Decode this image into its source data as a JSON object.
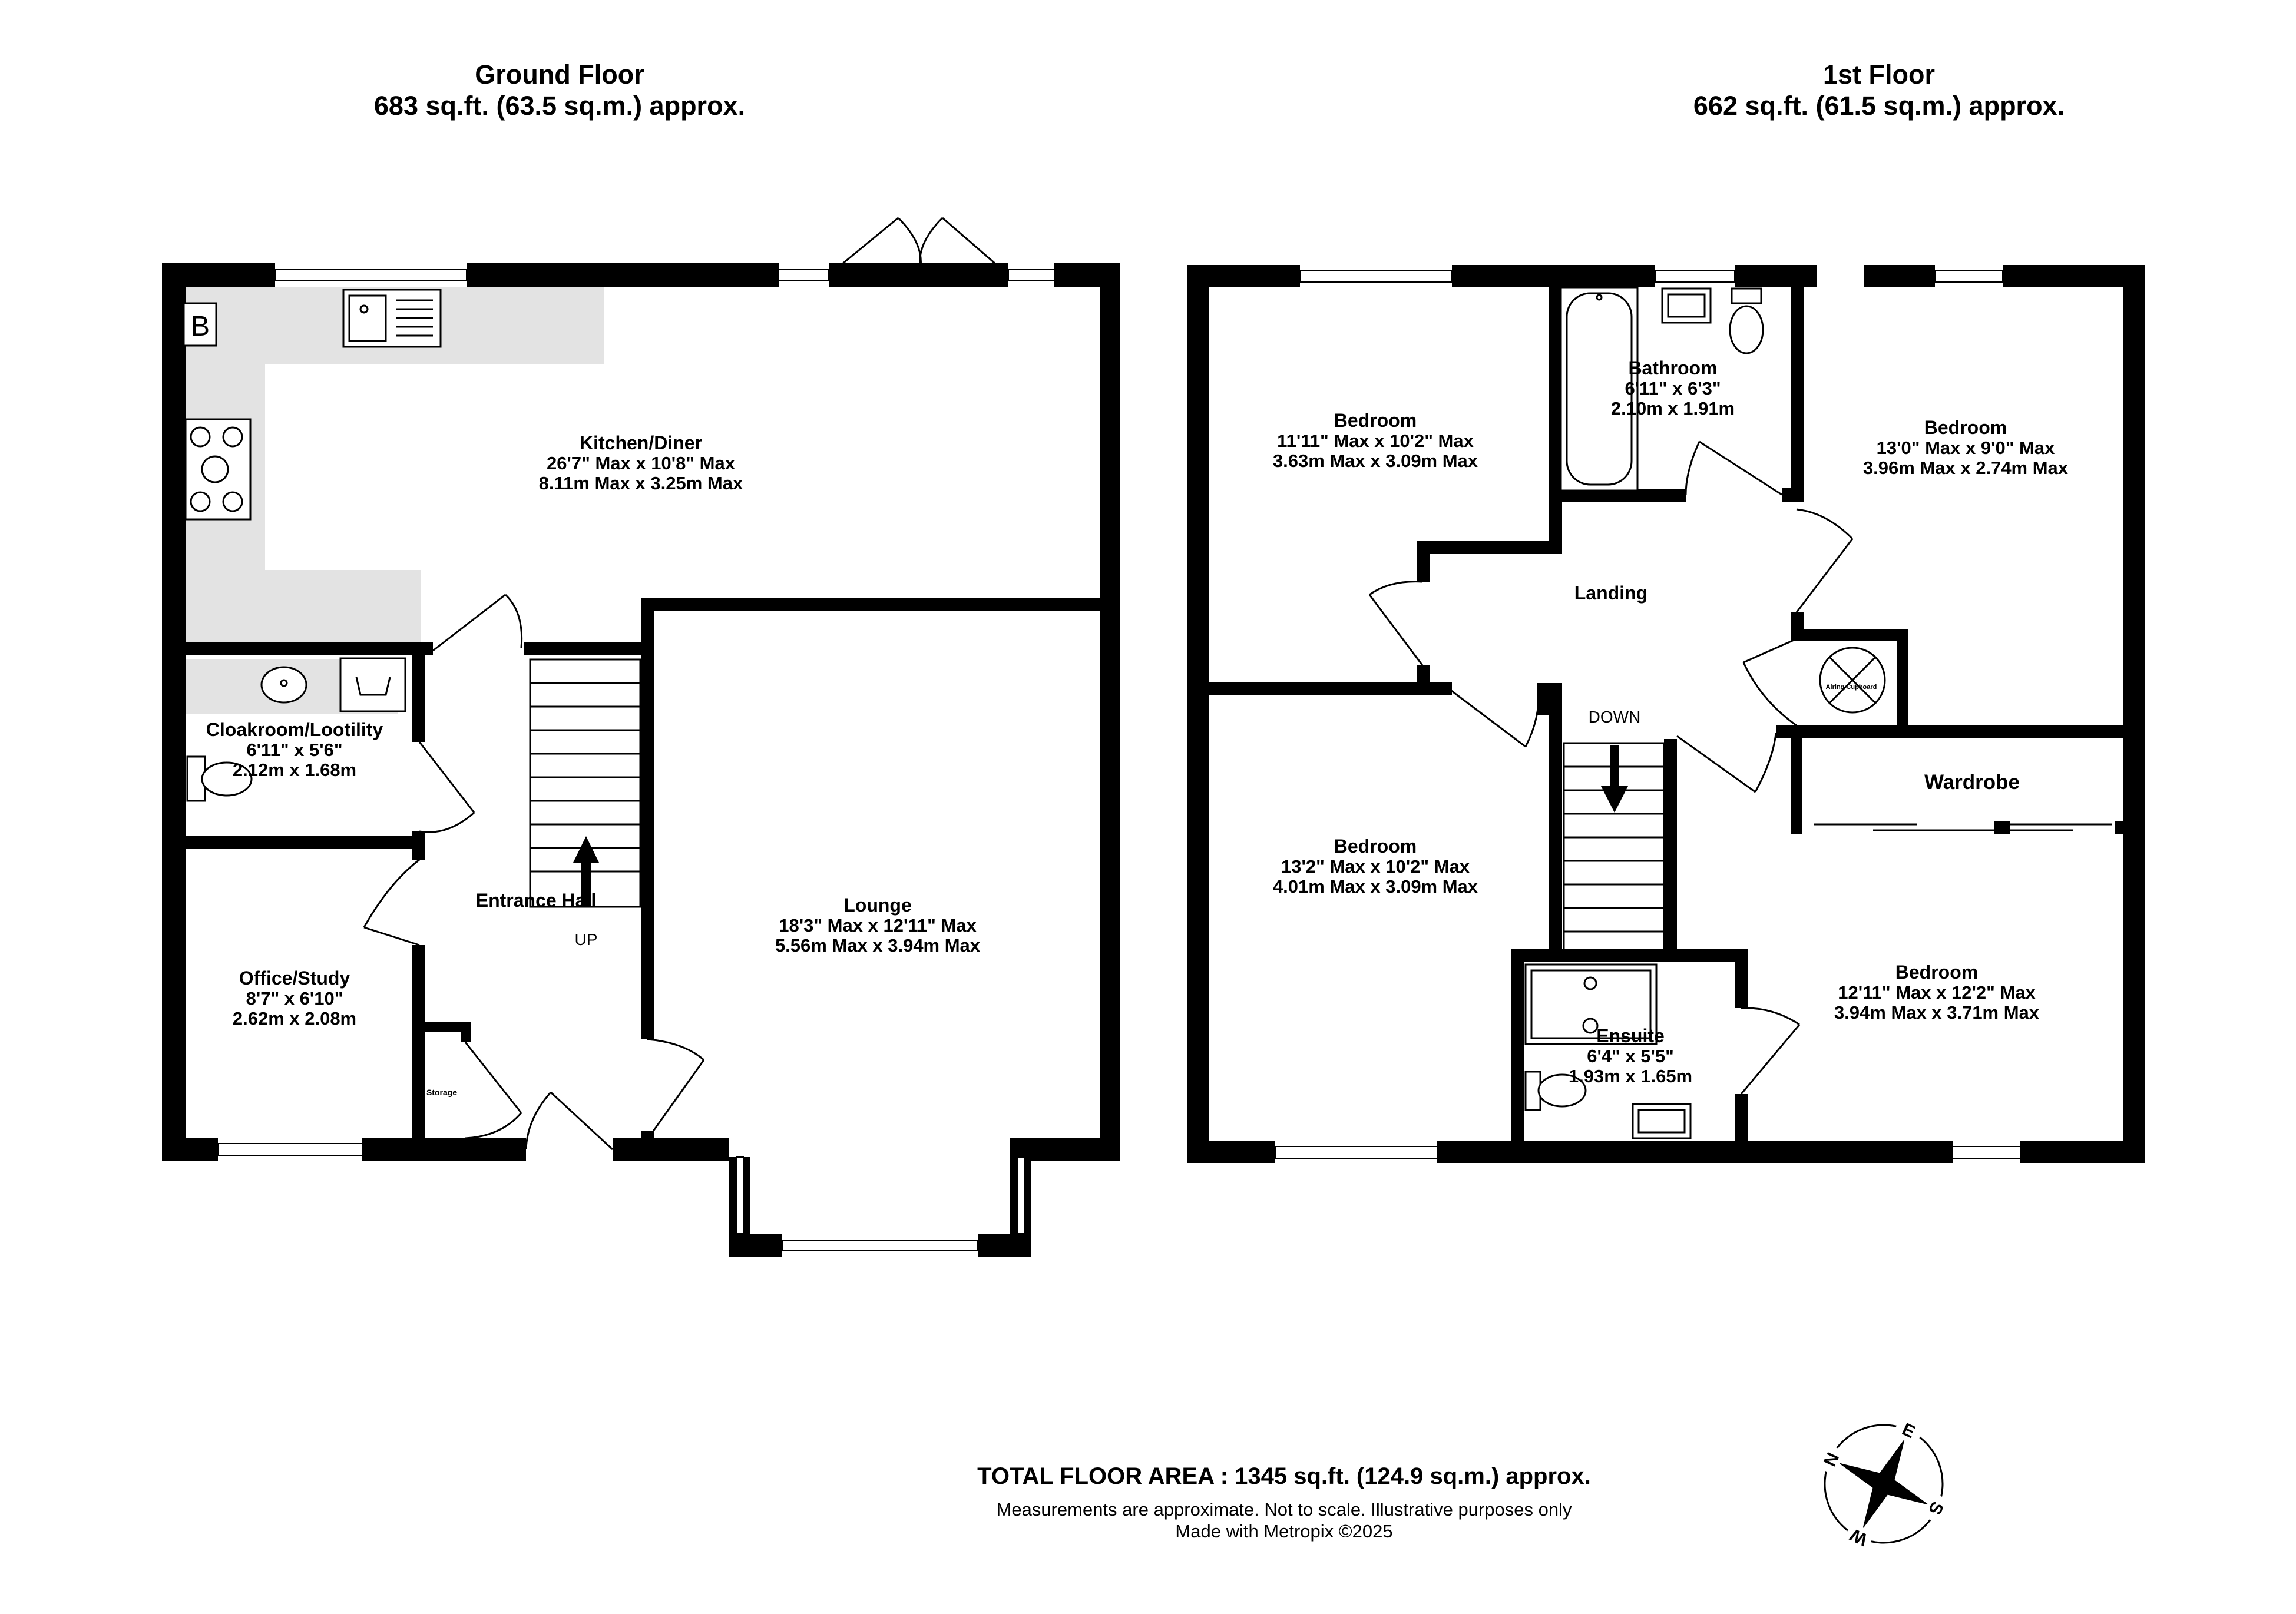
{
  "floors": {
    "ground": {
      "name": "Ground Floor",
      "area": "683 sq.ft. (63.5 sq.m.) approx."
    },
    "first": {
      "name": "1st Floor",
      "area": "662 sq.ft. (61.5 sq.m.) approx."
    }
  },
  "rooms": {
    "kitchen": {
      "name": "Kitchen/Diner",
      "dim_imperial": "26'7\" Max x 10'8\" Max",
      "dim_metric": "8.11m Max x 3.25m Max"
    },
    "cloak": {
      "name": "Cloakroom/Lootility",
      "dim_imperial": "6'11\"  x 5'6\"",
      "dim_metric": "2.12m  x 1.68m"
    },
    "office": {
      "name": "Office/Study",
      "dim_imperial": "8'7\"  x 6'10\"",
      "dim_metric": "2.62m  x 2.08m"
    },
    "hall": {
      "name": "Entrance Hall"
    },
    "storage": {
      "name": "Storage"
    },
    "lounge": {
      "name": "Lounge",
      "dim_imperial": "18'3\" Max x 12'11\" Max",
      "dim_metric": "5.56m Max x 3.94m Max"
    },
    "bed1": {
      "name": "Bedroom",
      "dim_imperial": "11'11\" Max x 10'2\" Max",
      "dim_metric": "3.63m Max x 3.09m Max"
    },
    "bath": {
      "name": "Bathroom",
      "dim_imperial": "6'11\"  x 6'3\"",
      "dim_metric": "2.10m  x 1.91m"
    },
    "bed2": {
      "name": "Bedroom",
      "dim_imperial": "13'0\" Max x 9'0\" Max",
      "dim_metric": "3.96m Max x 2.74m Max"
    },
    "landing": {
      "name": "Landing"
    },
    "airing": {
      "name": "Airing Cupboard"
    },
    "bed3": {
      "name": "Bedroom",
      "dim_imperial": "13'2\" Max x 10'2\" Max",
      "dim_metric": "4.01m Max x 3.09m Max"
    },
    "wardrobe": {
      "name": "Wardrobe"
    },
    "ensuite": {
      "name": "Ensuite",
      "dim_imperial": "6'4\"  x 5'5\"",
      "dim_metric": "1.93m  x 1.65m"
    },
    "bed4": {
      "name": "Bedroom",
      "dim_imperial": "12'11\" Max x 12'2\" Max",
      "dim_metric": "3.94m Max x 3.71m Max"
    }
  },
  "stairs": {
    "up": "UP",
    "down": "DOWN"
  },
  "boiler": "B",
  "footer": {
    "total": "TOTAL FLOOR AREA : 1345 sq.ft. (124.9 sq.m.) approx.",
    "note": "Measurements are approximate.  Not to scale.  Illustrative purposes only",
    "made": "Made with Metropix ©2025"
  },
  "compass": {
    "n": "N",
    "s": "S",
    "e": "E",
    "w": "W"
  },
  "colors": {
    "wall": "#000000",
    "worktop": "#e3e3e3",
    "background": "#ffffff"
  }
}
